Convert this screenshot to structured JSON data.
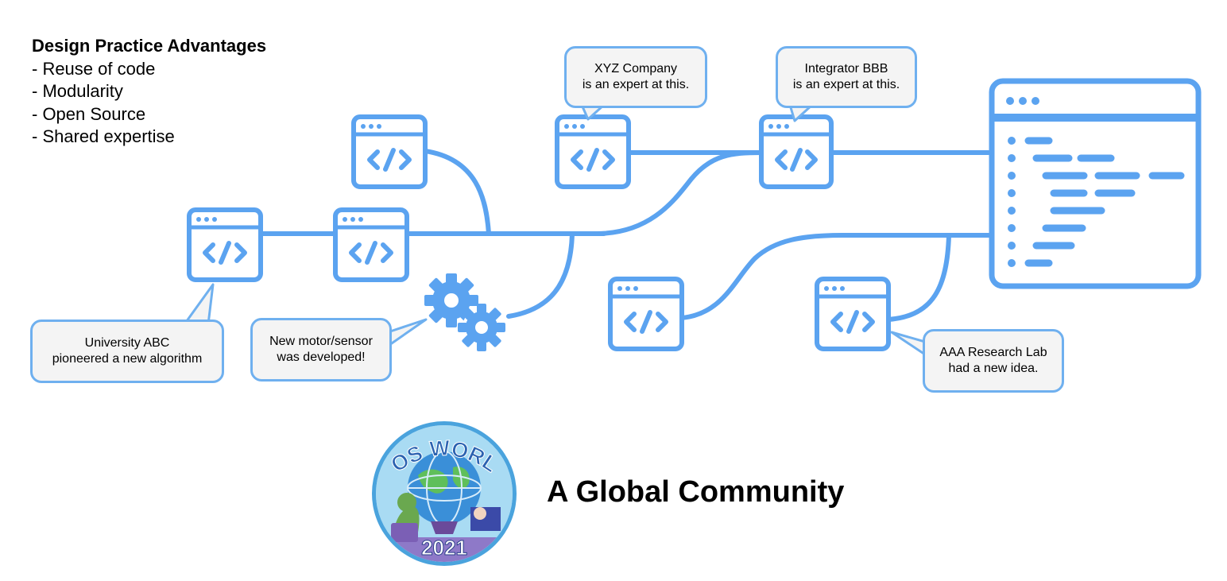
{
  "advantages": {
    "title": "Design Practice Advantages",
    "items": [
      "- Reuse of code",
      "- Modularity",
      "- Open Source",
      "- Shared expertise"
    ]
  },
  "bubbles": {
    "xyz": [
      "XYZ Company",
      "is an expert at this."
    ],
    "bbb": [
      "Integrator BBB",
      "is an expert at this."
    ],
    "abc": [
      "University ABC",
      "pioneered a new algorithm"
    ],
    "motor": [
      "New motor/sensor",
      "was developed!"
    ],
    "aaa": [
      "AAA Research Lab",
      "had a new idea."
    ]
  },
  "headline": "A Global Community",
  "logo": {
    "top_text": "ROS WORLD",
    "year": "2021"
  },
  "colors": {
    "accent": "#5ba3f0",
    "bubble_border": "#6fb0ef",
    "bubble_fill": "#f4f4f4"
  }
}
